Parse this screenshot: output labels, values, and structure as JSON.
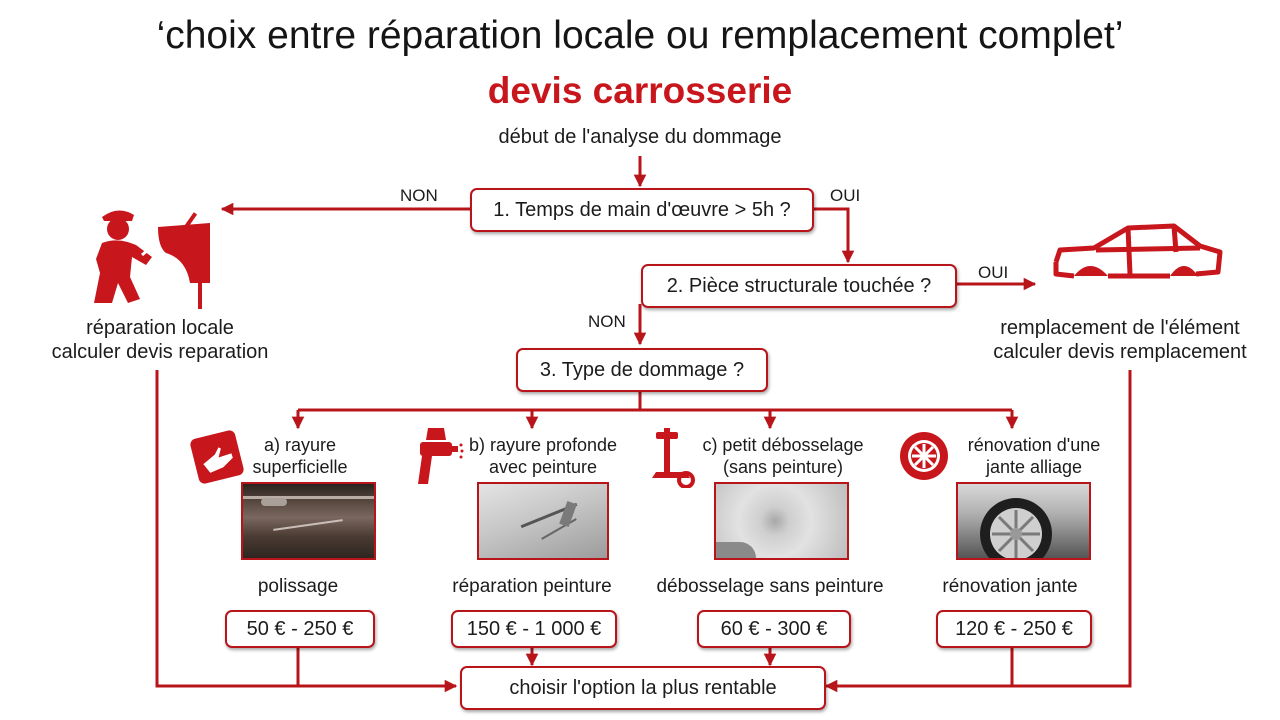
{
  "header": {
    "title": "‘choix entre réparation locale ou remplacement complet’",
    "subtitle": "devis carrosserie"
  },
  "flow": {
    "start": "début de l'analyse du dommage",
    "q1": "1. Temps de main d'œuvre > 5h ?",
    "q1_no": "NON",
    "q1_yes": "OUI",
    "q2": "2. Pièce structurale touchée ?",
    "q2_yes": "OUI",
    "q2_no": "NON",
    "q3": "3. Type de dommage ?",
    "final": "choisir l'option la plus rentable"
  },
  "local_repair": {
    "line1": "réparation locale",
    "line2": "calculer devis reparation",
    "icon": "mechanic-repair-icon"
  },
  "replacement": {
    "line1": "remplacement de l'élément",
    "line2": "calculer devis remplacement",
    "icon": "car-body-shell-icon"
  },
  "damage_types": [
    {
      "line1": "a) rayure",
      "line2": "superficielle",
      "technique": "polissage",
      "price": "50 € - 250 €",
      "icon": "polishing-hand-icon",
      "photo": "scratched-door-photo"
    },
    {
      "line1": "b) rayure profonde",
      "line2": "avec peinture",
      "technique": "réparation peinture",
      "price": "150 € - 1 000 €",
      "icon": "spray-gun-icon",
      "photo": "deep-scratch-photo"
    },
    {
      "line1": "c) petit débosselage",
      "line2": "(sans peinture)",
      "technique": "débosselage sans peinture",
      "price": "60 € - 300 €",
      "icon": "dent-puller-icon",
      "photo": "small-dent-photo"
    },
    {
      "line1": "rénovation d'une",
      "line2": "jante alliage",
      "technique": "rénovation jante",
      "price": "120 € - 250 €",
      "icon": "alloy-wheel-icon",
      "photo": "alloy-wheel-photo"
    }
  ],
  "colors": {
    "accent": "#c8161d",
    "stroke": "#b8151b",
    "text": "#1c1c1c"
  }
}
